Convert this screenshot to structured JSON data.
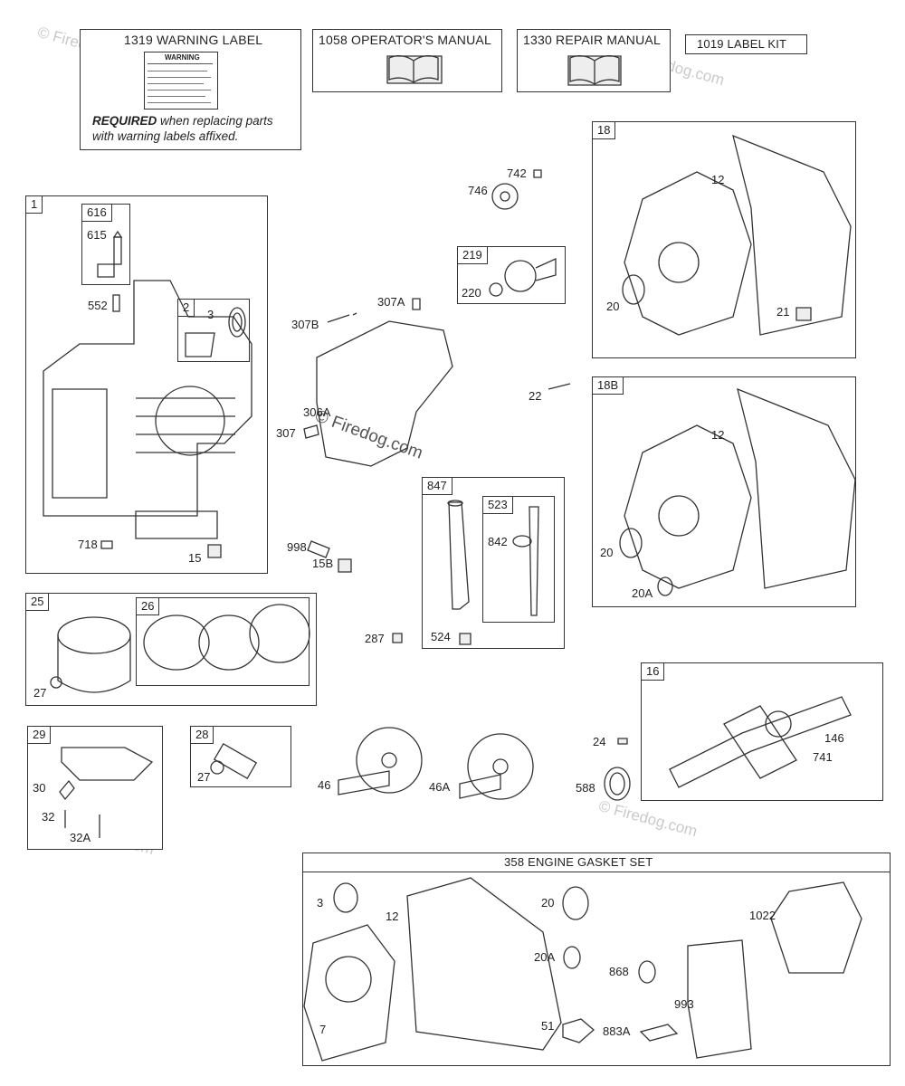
{
  "top_boxes": {
    "warning_label": "1319 WARNING LABEL",
    "warning_decal_title": "WARNING",
    "required_bold": "REQUIRED",
    "required_rest_1": " when replacing parts",
    "required_rest_2": "with warning labels affixed.",
    "operators_manual": "1058 OPERATOR'S MANUAL",
    "repair_manual": "1330 REPAIR MANUAL",
    "label_kit": "1019 LABEL KIT"
  },
  "watermark": "© Firedog.com",
  "gasket_set_title": "358 ENGINE GASKET SET",
  "box_tags": {
    "b1": "1",
    "b616": "616",
    "b2": "2",
    "b18": "18",
    "b18b": "18B",
    "b219": "219",
    "b847": "847",
    "b523": "523",
    "b25": "25",
    "b26": "26",
    "b29": "29",
    "b28": "28",
    "b16": "16"
  },
  "labels": {
    "l615": "615",
    "l552": "552",
    "l3a": "3",
    "l718": "718",
    "l15": "15",
    "l742": "742",
    "l746": "746",
    "l220": "220",
    "l307a": "307A",
    "l307b": "307B",
    "l306a": "306A",
    "l307": "307",
    "l22": "22",
    "l998": "998",
    "l15b": "15B",
    "l842": "842",
    "l287": "287",
    "l524": "524",
    "l12a": "12",
    "l20a": "20",
    "l21": "21",
    "l12b": "12",
    "l20b": "20",
    "l20ab": "20A",
    "l27a": "27",
    "l30": "30",
    "l32": "32",
    "l32a": "32A",
    "l27b": "27",
    "l46": "46",
    "l46a": "46A",
    "l24": "24",
    "l588": "588",
    "l146": "146",
    "l741": "741",
    "g3": "3",
    "g12": "12",
    "g7": "7",
    "g20": "20",
    "g20a": "20A",
    "g868": "868",
    "g51": "51",
    "g883a": "883A",
    "g1022": "1022",
    "g993": "993"
  }
}
